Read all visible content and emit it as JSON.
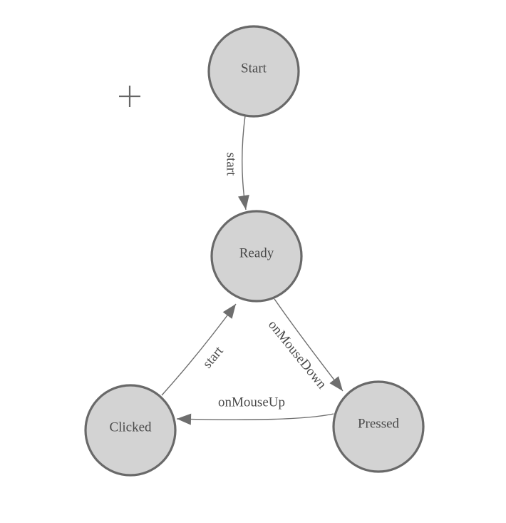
{
  "diagram": {
    "type": "state-machine",
    "nodes": [
      {
        "id": "start",
        "label": "Start"
      },
      {
        "id": "ready",
        "label": "Ready"
      },
      {
        "id": "clicked",
        "label": "Clicked"
      },
      {
        "id": "pressed",
        "label": "Pressed"
      }
    ],
    "edges": [
      {
        "from": "start",
        "to": "ready",
        "label": "start"
      },
      {
        "from": "ready",
        "to": "pressed",
        "label": "onMouseDown"
      },
      {
        "from": "pressed",
        "to": "clicked",
        "label": "onMouseUp"
      },
      {
        "from": "clicked",
        "to": "ready",
        "label": "start"
      }
    ],
    "colors": {
      "background": "#ffffff",
      "node_fill": "#d3d3d3",
      "node_stroke": "#696969",
      "edge_color": "#6e6e6e",
      "label_color": "#4a4a4a",
      "cross_color": "#666666"
    }
  }
}
